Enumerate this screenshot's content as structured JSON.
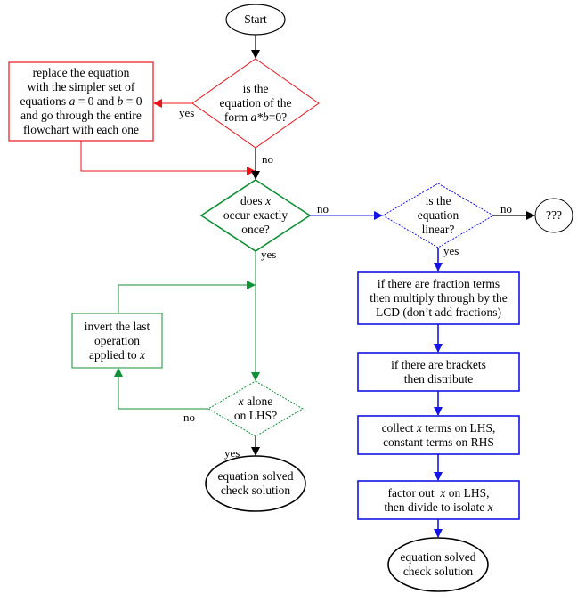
{
  "colors": {
    "red": "#e8141a",
    "green": "#119137",
    "blue": "#1414e6",
    "black": "#000000"
  },
  "nodes": {
    "start": {
      "text": "Start"
    },
    "q_product": {
      "l1": "is the",
      "l2": "equation of the",
      "l3_a": "form ",
      "l3_b": "a*b",
      "l3_c": "=0?"
    },
    "replace": {
      "l1": "replace the equation",
      "l2": "with the simpler set of",
      "l3_a": "equations ",
      "l3_b": "a",
      "l3_c": " = 0 and ",
      "l3_d": "b",
      "l3_e": " = 0",
      "l4": "and go through the entire",
      "l5": "flowchart with each one"
    },
    "q_once": {
      "l1_a": "does ",
      "l1_b": "x",
      "l2": "occur exactly",
      "l3": "once?"
    },
    "q_linear": {
      "l1": "is the",
      "l2": "equation",
      "l3": "linear?"
    },
    "unknown": {
      "text": "???"
    },
    "fractions": {
      "l1": "if there are fraction terms",
      "l2": "then multiply through by the",
      "l3": "LCD (don’t add fractions)"
    },
    "brackets": {
      "l1": "if there are brackets",
      "l2": "then distribute"
    },
    "collect": {
      "l1_a": "collect ",
      "l1_b": "x",
      "l1_c": " terms on LHS,",
      "l2": "constant terms on RHS"
    },
    "factor": {
      "l1_a": "factor out  ",
      "l1_b": "x",
      "l1_c": " on LHS,",
      "l2_a": "then divide to isolate ",
      "l2_b": "x"
    },
    "invert": {
      "l1": "invert the last",
      "l2": "operation",
      "l3_a": "applied to ",
      "l3_b": "x"
    },
    "q_alone": {
      "l1_a": "x",
      "l1_b": " alone",
      "l2": "on LHS?"
    },
    "solved_left": {
      "l1": "equation solved",
      "l2": "check solution"
    },
    "solved_right": {
      "l1": "equation solved",
      "l2": "check solution"
    }
  },
  "edge_labels": {
    "product_yes": "yes",
    "product_no": "no",
    "once_no": "no",
    "once_yes": "yes",
    "linear_no": "no",
    "linear_yes": "yes",
    "alone_no": "no",
    "alone_yes": "yes"
  }
}
